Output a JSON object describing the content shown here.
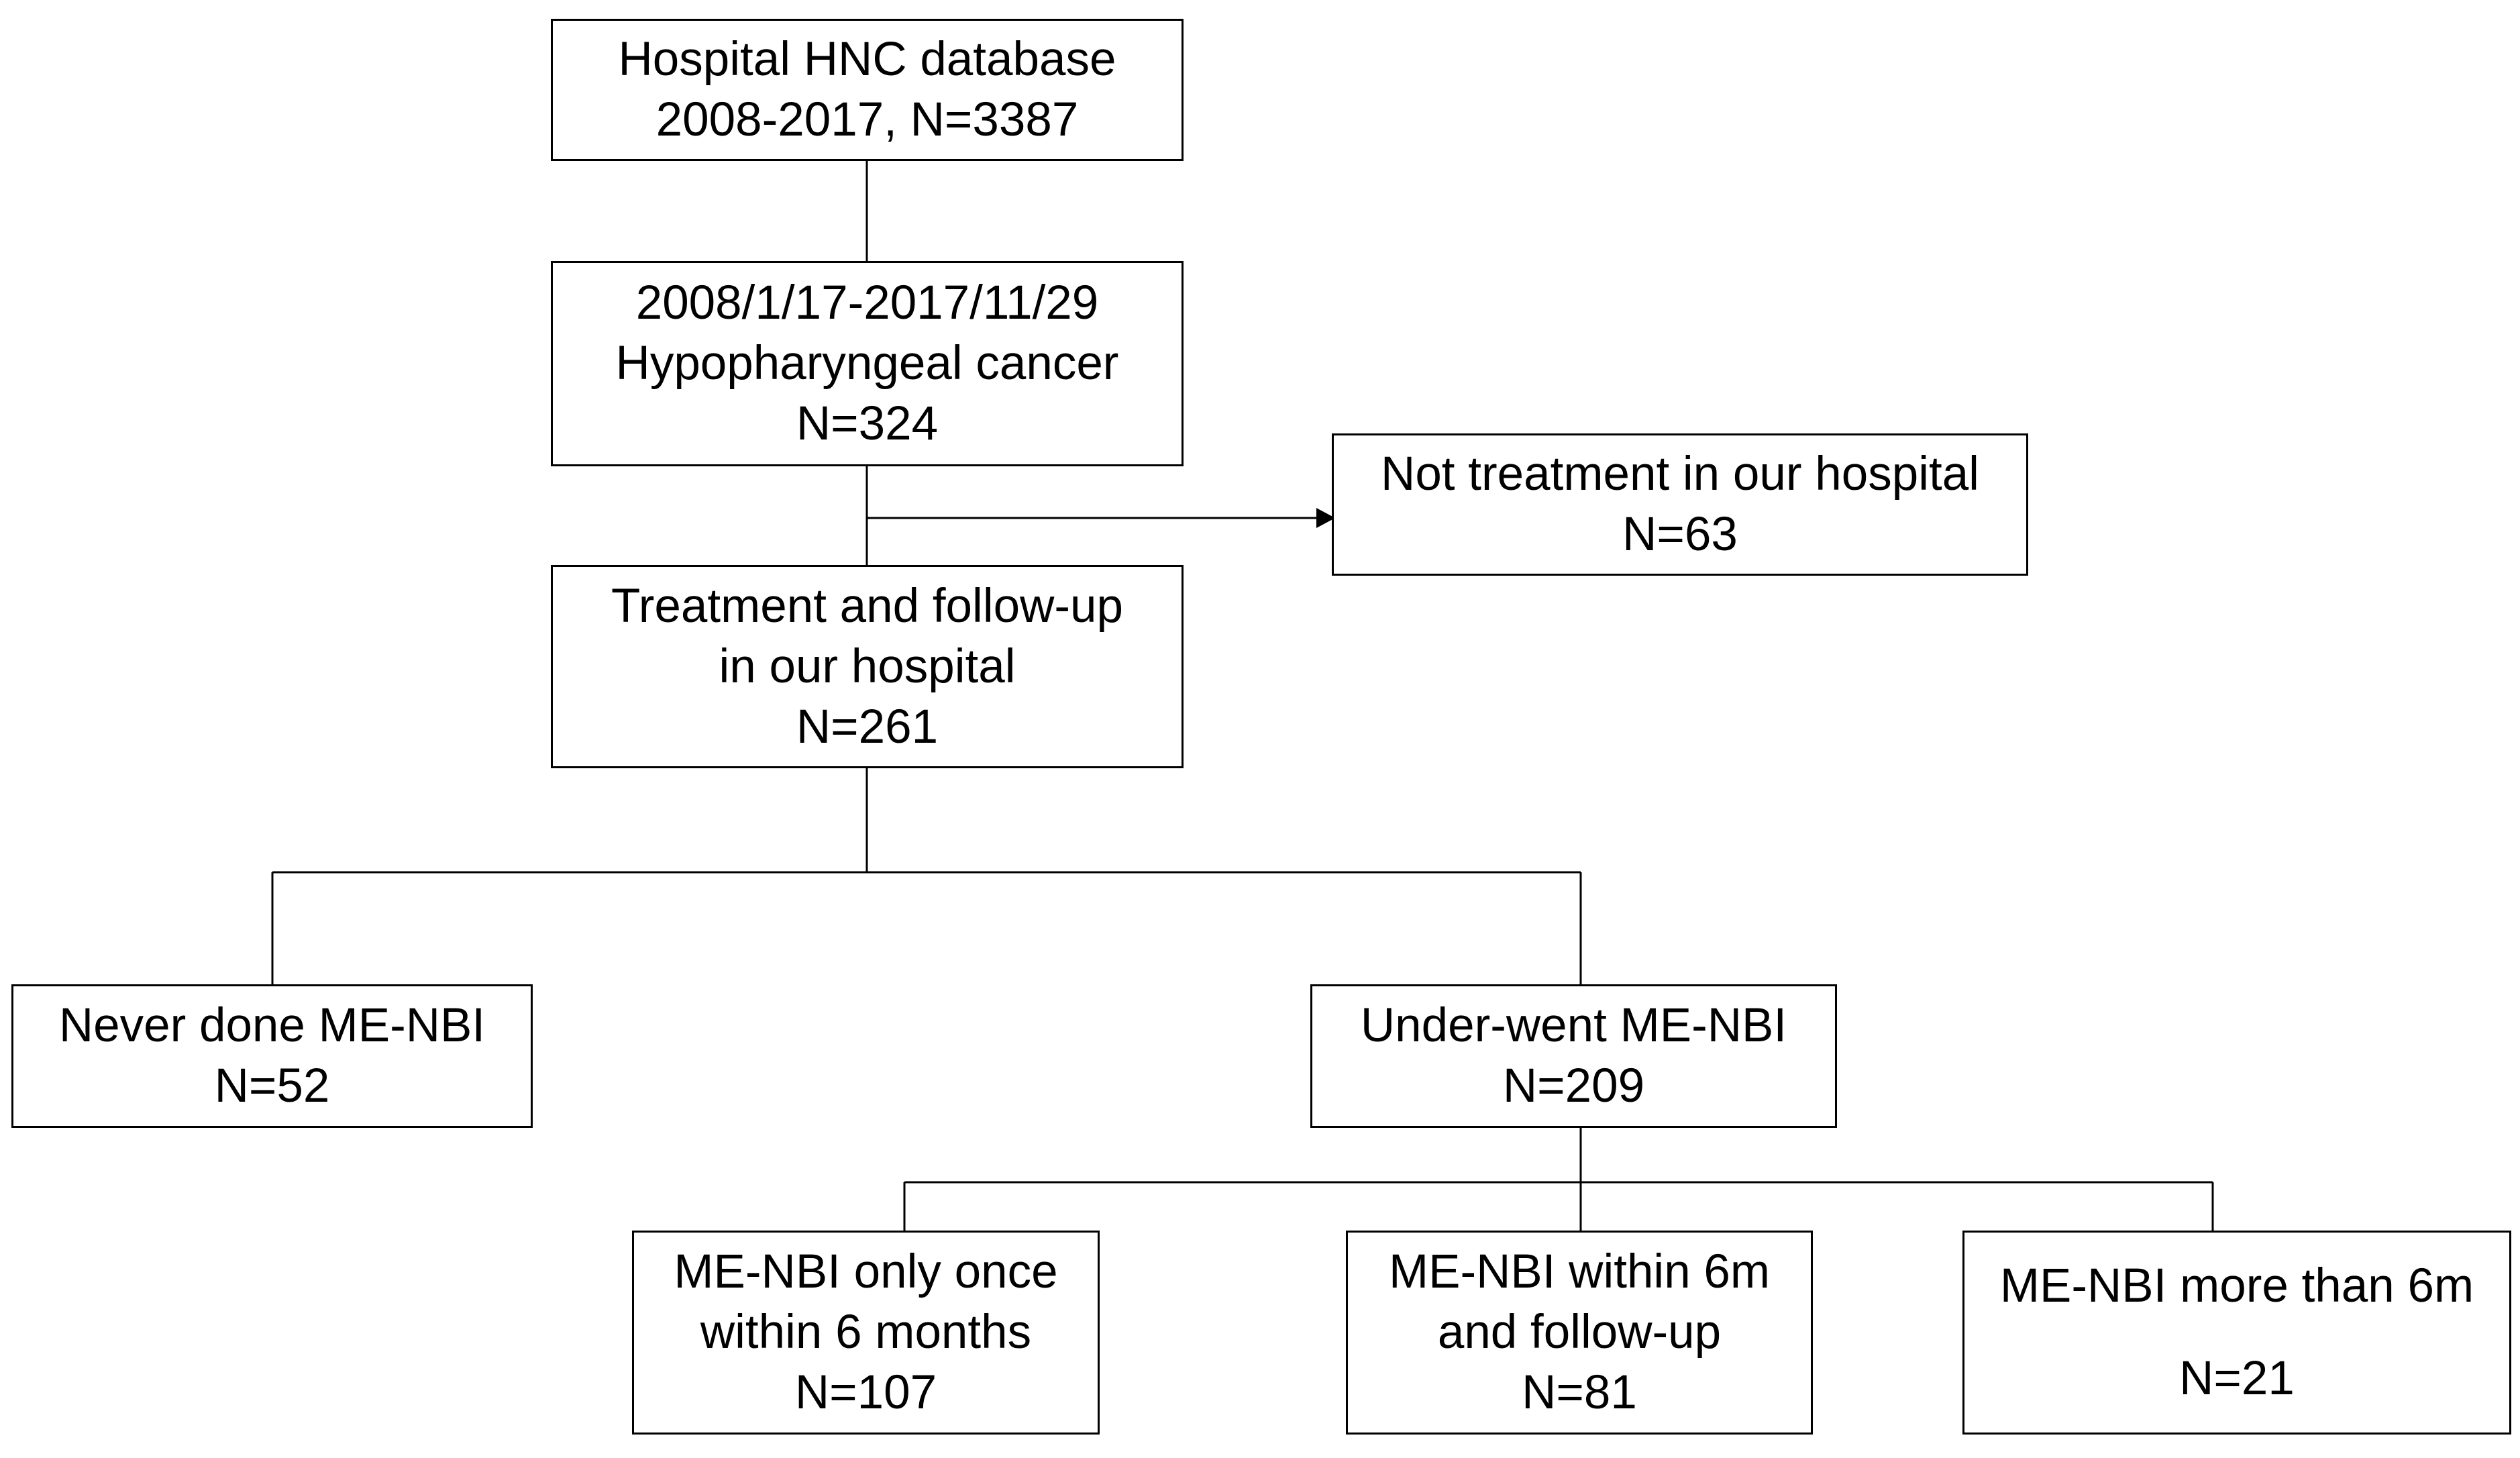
{
  "flowchart": {
    "database": {
      "line1": "Hospital HNC database",
      "line2": "2008-2017,  N=3387"
    },
    "hypopharyngeal": {
      "line1": "2008/1/17-2017/11/29",
      "line2": "Hypopharyngeal cancer",
      "line3": "N=324"
    },
    "not_treatment": {
      "line1": "Not treatment in our hospital",
      "line2": "N=63"
    },
    "treatment": {
      "line1": "Treatment and follow-up",
      "line2": "in our hospital",
      "line3": "N=261"
    },
    "never_done": {
      "line1": "Never  done ME-NBI",
      "line2": "N=52"
    },
    "underwent": {
      "line1": "Under-went ME-NBI",
      "line2": "N=209"
    },
    "only_once": {
      "line1": "ME-NBI  only once",
      "line2": "within 6 months",
      "line3": "N=107"
    },
    "within_6m": {
      "line1": "ME-NBI  within 6m",
      "line2": "and follow-up",
      "line3": "N=81"
    },
    "more_than_6m": {
      "line1": "ME-NBI  more than 6m",
      "line2": "N=21"
    }
  },
  "colors": {
    "stroke": "#000000",
    "fill": "#ffffff"
  }
}
